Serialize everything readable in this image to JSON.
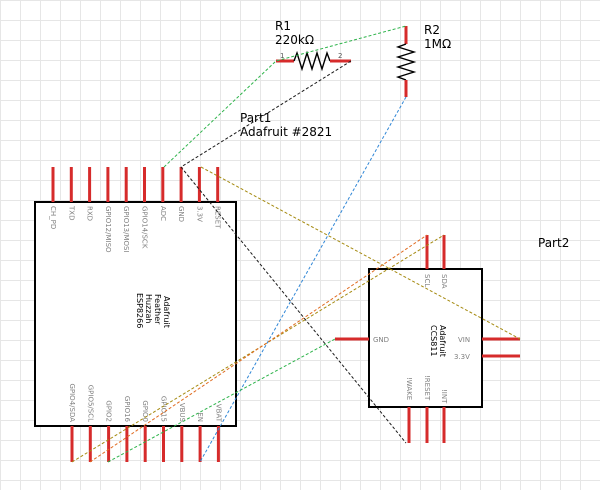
{
  "components": {
    "r1": {
      "ref": "R1",
      "value": "220kΩ"
    },
    "r2": {
      "ref": "R2",
      "value": "1MΩ"
    },
    "part1": {
      "ref": "Part1",
      "title": "Adafruit #2821"
    },
    "part2": {
      "ref": "Part2"
    }
  },
  "esp8266": {
    "name_lines": [
      "Adafruit",
      "Feather",
      "Huzzah",
      "ESP8266"
    ],
    "top_pins": [
      "CH_PD",
      "TXD",
      "RXD",
      "GPIO12/MISO",
      "GPIO13/MOSI",
      "GPIO14/SCK",
      "ADC",
      "GND",
      "3.3V",
      "RESET"
    ],
    "bottom_pins": [
      "GPIO4/SDA",
      "GPIO5/SCL",
      "GPIO2",
      "GPIO16",
      "GPIO0",
      "GPIO15",
      "VBUS",
      "EN",
      "VBAT"
    ]
  },
  "ccs811": {
    "name_lines": [
      "Adafruit",
      "CCS811"
    ],
    "top_pins": [
      "SCL",
      "SDA"
    ],
    "left_pins": [
      "GND"
    ],
    "right_pins": [
      "VIN",
      "3.3V"
    ],
    "bottom_pins": [
      "!WAKE",
      "!RESET",
      "!INT"
    ]
  },
  "wire_colors": {
    "green": "#2db34a",
    "black": "#1a1a1a",
    "blue": "#2f86d6",
    "orange": "#e06b20",
    "olive": "#a58a10",
    "pin": "#d62b2b",
    "outline": "#000000"
  }
}
